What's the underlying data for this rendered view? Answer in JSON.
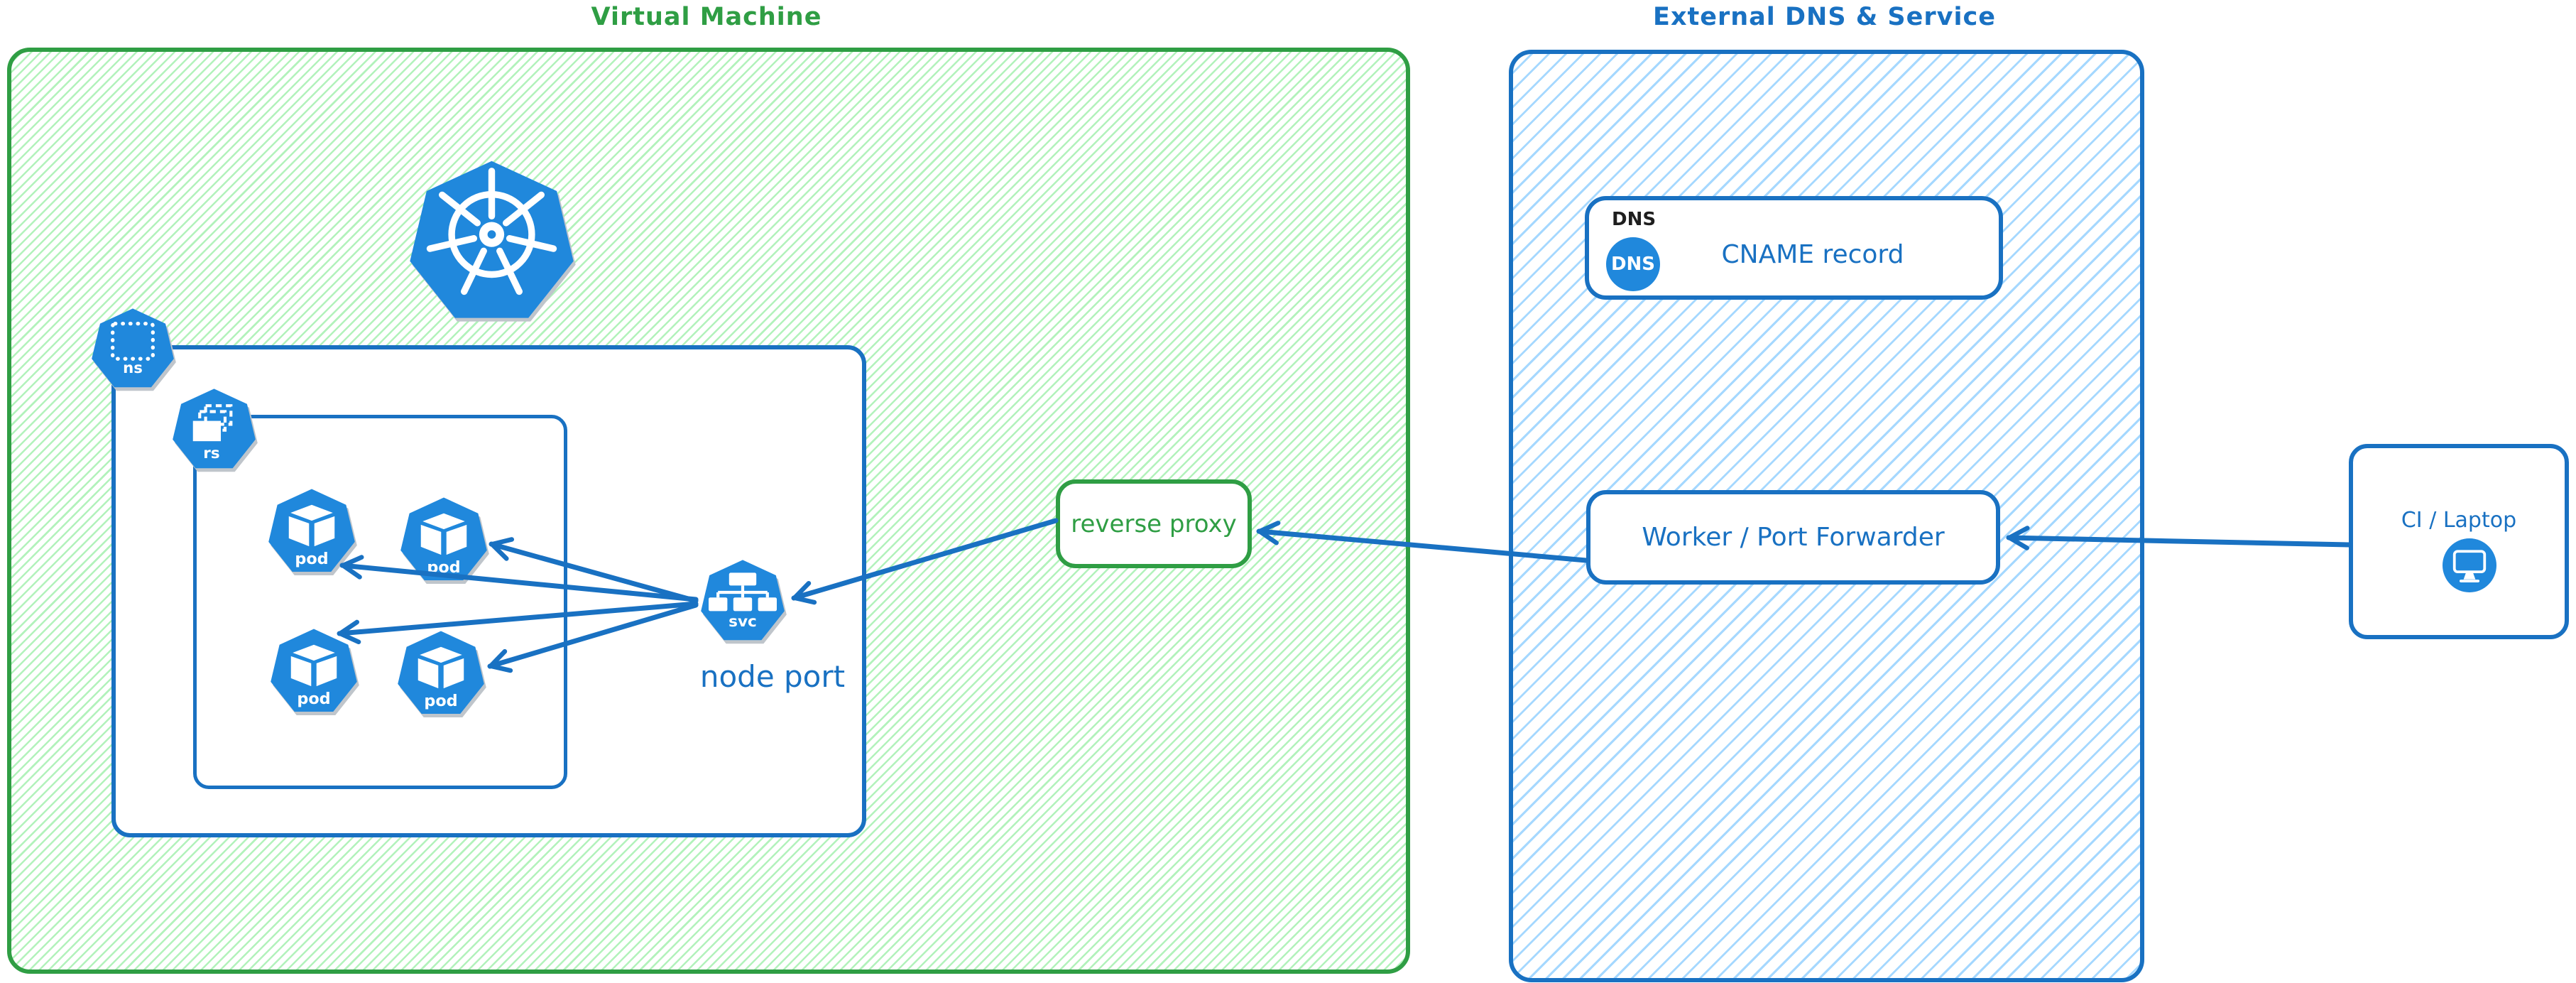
{
  "diagram": {
    "vm": {
      "title": "Virtual Machine",
      "namespace": {
        "icon_label": "ns"
      },
      "replicaset": {
        "icon_label": "rs"
      },
      "pods": [
        {
          "label": "pod"
        },
        {
          "label": "pod"
        },
        {
          "label": "pod"
        },
        {
          "label": "pod"
        }
      ],
      "service": {
        "icon_label": "svc",
        "caption": "node port"
      },
      "reverse_proxy": {
        "label": "reverse proxy"
      }
    },
    "external": {
      "title": "External DNS & Service",
      "dns": {
        "tag": "DNS",
        "badge": "DNS",
        "record": "CNAME record"
      },
      "worker": {
        "label": "Worker / Port Forwarder"
      }
    },
    "client": {
      "label": "CI / Laptop"
    },
    "connections": [
      {
        "from": "ci-laptop",
        "to": "worker-port-forwarder"
      },
      {
        "from": "worker-port-forwarder",
        "to": "reverse-proxy"
      },
      {
        "from": "reverse-proxy",
        "to": "node-port-service"
      },
      {
        "from": "node-port-service",
        "to": "pod-1"
      },
      {
        "from": "node-port-service",
        "to": "pod-2"
      },
      {
        "from": "node-port-service",
        "to": "pod-3"
      },
      {
        "from": "node-port-service",
        "to": "pod-4"
      }
    ]
  },
  "colors": {
    "green": "#2f9e44",
    "green_hatch": "#b2f2bb",
    "blue": "#1971c2",
    "blue_hatch": "#a5d8ff",
    "icon_blue": "#2088dc",
    "text_black": "#1e1e1e"
  }
}
